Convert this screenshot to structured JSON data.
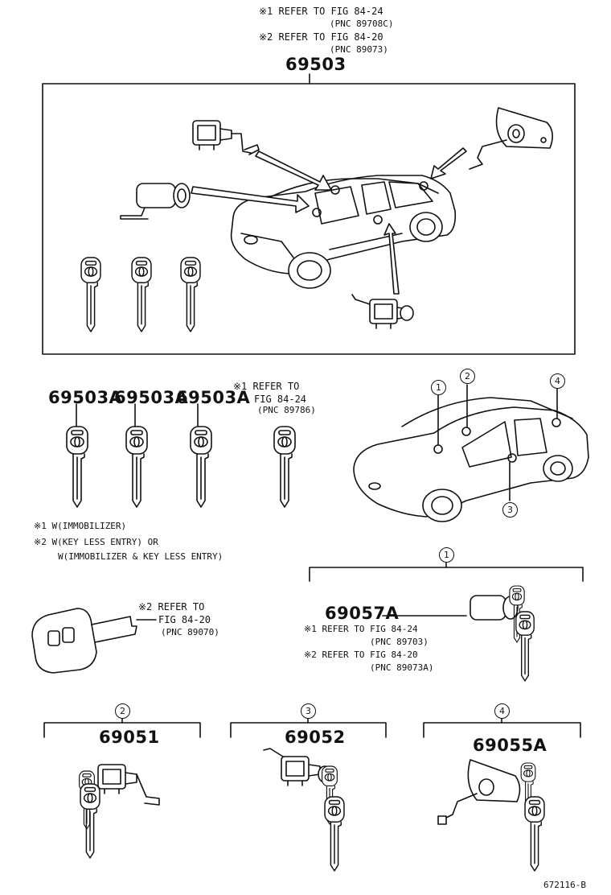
{
  "top_notes": {
    "line1": "※1  REFER TO FIG  84-24",
    "line1b": "(PNC 89708C)",
    "line2": "※2  REFER TO FIG  84-20",
    "line2b": "(PNC 89073)"
  },
  "main_part": "69503",
  "keys_row": {
    "labels": [
      "69503A",
      "69503A",
      "69503A"
    ],
    "ref1": "※1 REFER TO",
    "ref2": "FIG 84-24",
    "ref3": "(PNC 89786)"
  },
  "legend": {
    "l1": "※1 W(IMMOBILIZER)",
    "l2": "※2 W(KEY LESS ENTRY) OR",
    "l3": "W(IMMOBILIZER & KEY LESS ENTRY)"
  },
  "remote_key_ref": {
    "a": "※2 REFER TO",
    "b": "FIG 84-20",
    "c": "(PNC 89070)"
  },
  "callouts": [
    "1",
    "2",
    "3",
    "4"
  ],
  "group1": {
    "callout": "1",
    "part": "69057A",
    "r1": "※1 REFER TO FIG  84-24",
    "r1b": "(PNC 89703)",
    "r2": "※2 REFER TO FIG  84-20",
    "r2b": "(PNC 89073A)"
  },
  "group2": {
    "callout": "2",
    "part": "69051"
  },
  "group3": {
    "callout": "3",
    "part": "69052"
  },
  "group4": {
    "callout": "4",
    "part": "69055A"
  },
  "drawing_id": "672116-B"
}
